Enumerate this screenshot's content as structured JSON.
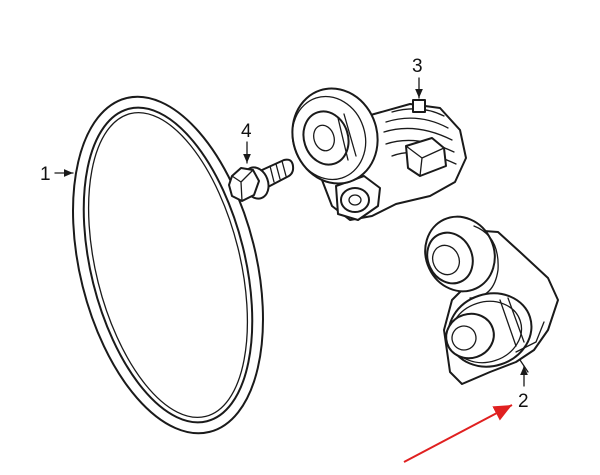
{
  "callouts": [
    {
      "id": "belt",
      "number": "1"
    },
    {
      "id": "idler-pulley",
      "number": "2"
    },
    {
      "id": "tensioner",
      "number": "3"
    },
    {
      "id": "bolt",
      "number": "4"
    }
  ],
  "colors": {
    "line": "#1a1a1a",
    "background": "#ffffff",
    "highlight-arrow": "#e02020"
  }
}
